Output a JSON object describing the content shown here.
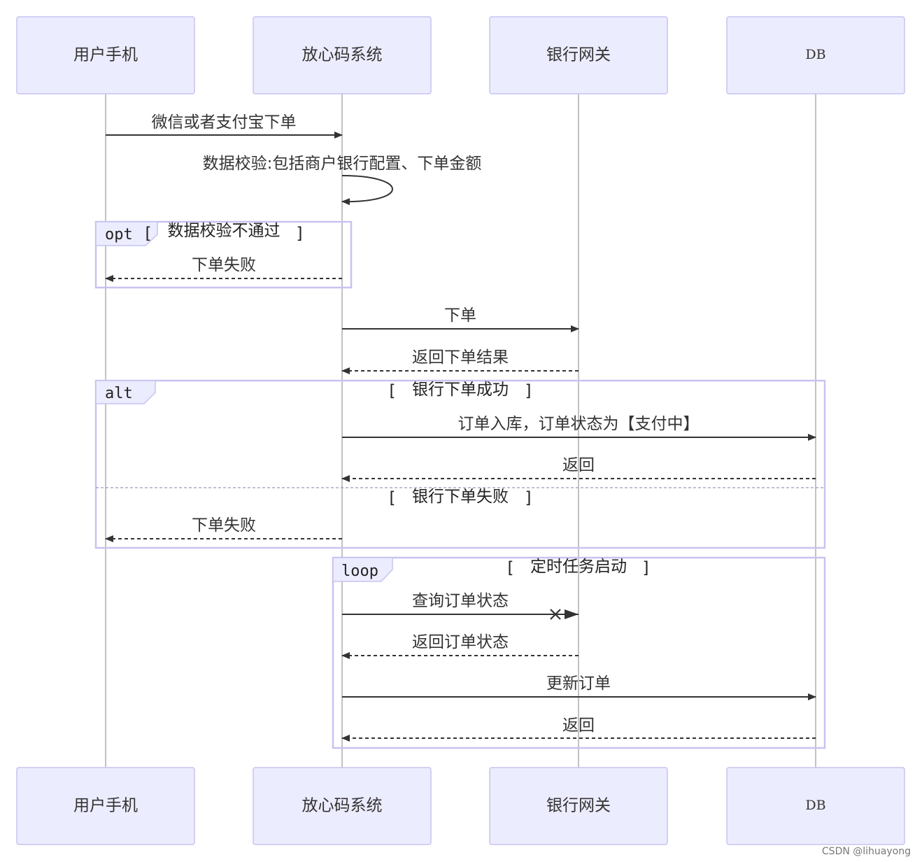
{
  "actors": [
    {
      "id": "user_phone",
      "label": "用户手机"
    },
    {
      "id": "system",
      "label": "放心码系统"
    },
    {
      "id": "gateway",
      "label": "银行网关"
    },
    {
      "id": "db",
      "label": "DB"
    }
  ],
  "messages": {
    "m1": "微信或者支付宝下单",
    "m2": "数据校验:包括商户银行配置、下单金额",
    "m3": "下单失败",
    "m4": "下单",
    "m5": "返回下单结果",
    "m6": "订单入库，订单状态为【支付中】",
    "m7": "返回",
    "m8": "下单失败",
    "m9": "查询订单状态",
    "m10": "返回订单状态",
    "m11": "更新订单",
    "m12": "返回"
  },
  "frames": {
    "opt": {
      "label": "opt",
      "condition": "数据校验不通过"
    },
    "alt": {
      "label": "alt",
      "condition": "银行下单成功",
      "else_condition": "银行下单失败"
    },
    "loop": {
      "label": "loop",
      "condition": "定时任务启动"
    }
  },
  "bracket_open": "[",
  "bracket_close": "]",
  "watermark": "CSDN @lihuayong"
}
